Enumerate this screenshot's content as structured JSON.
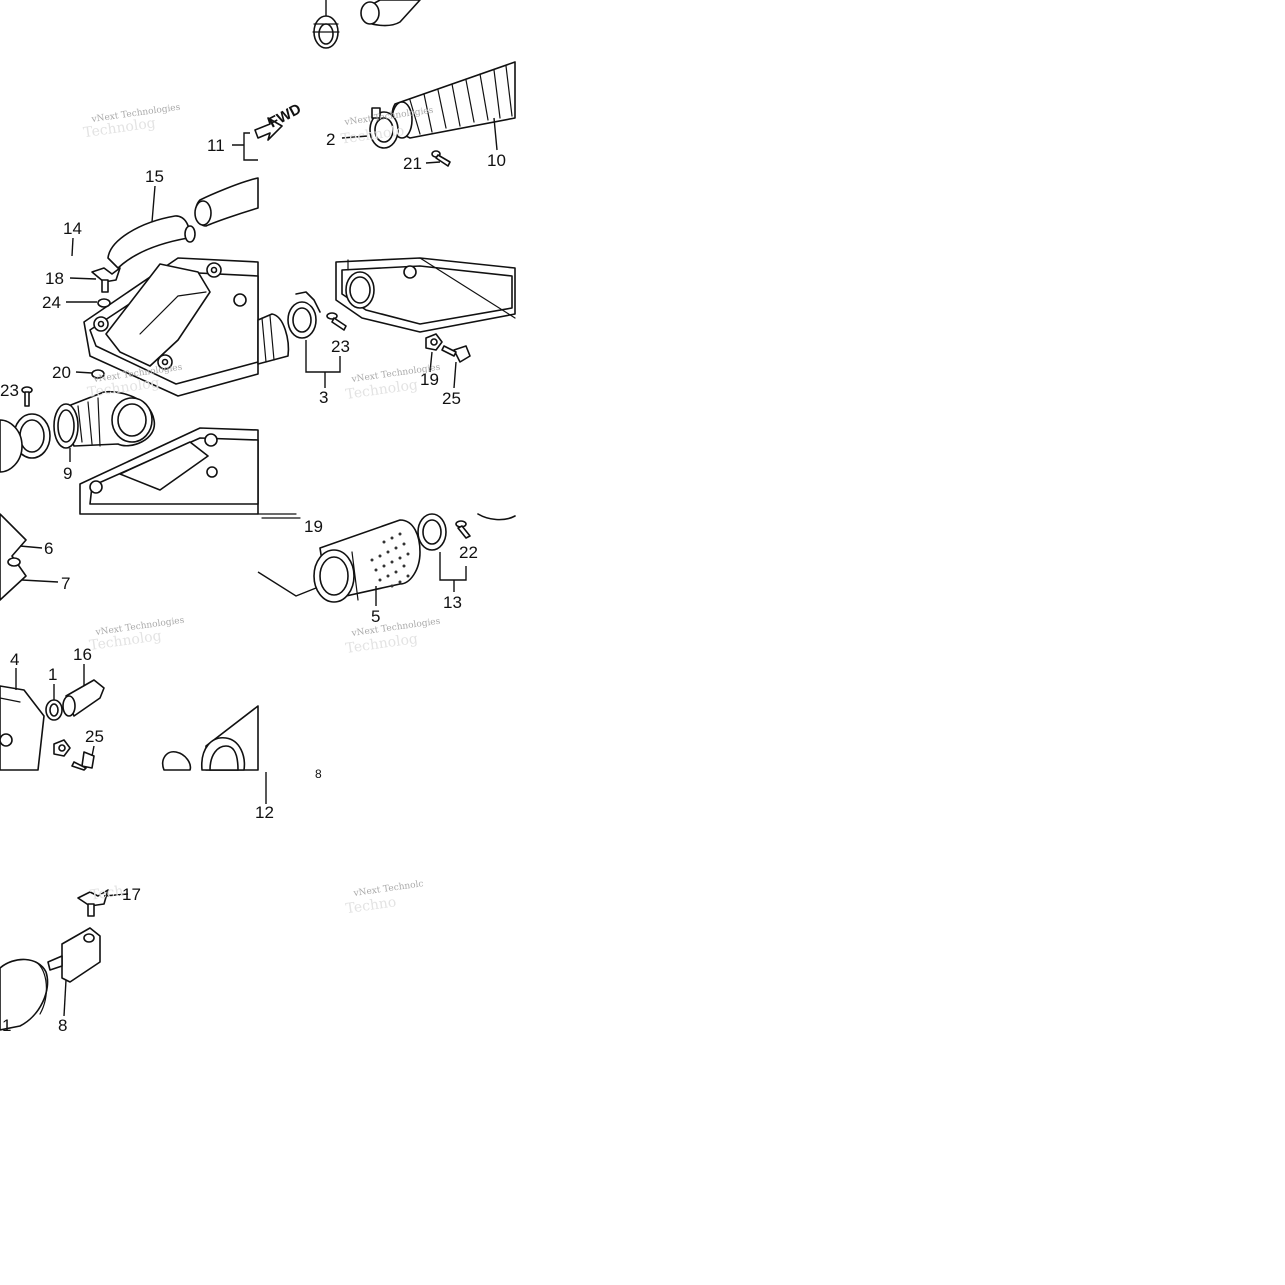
{
  "diagram": {
    "fwd_label": "FWD",
    "callouts": [
      "11",
      "2",
      "21",
      "10",
      "15",
      "14",
      "18",
      "24",
      "20",
      "23",
      "9",
      "23",
      "3",
      "19",
      "25",
      "19",
      "22",
      "13",
      "5",
      "6",
      "7",
      "4",
      "16",
      "1",
      "25",
      "12",
      "8",
      "17",
      "8",
      "1"
    ],
    "watermark_lines": [
      "vNext Technologies",
      "vNext Technologies",
      "vNext Technologies",
      "vNext Technologies",
      "vNext Technologies",
      "vNext Technologies",
      "vNext Technolc"
    ]
  }
}
